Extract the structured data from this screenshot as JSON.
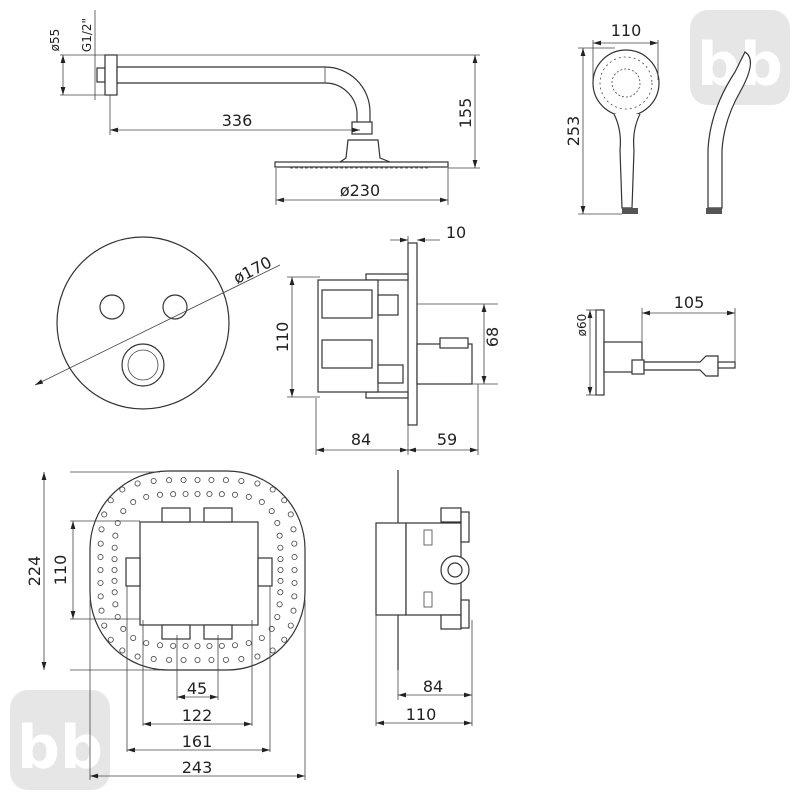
{
  "drawing": {
    "shower_arm": {
      "flange_diameter": "ø55",
      "thread": "G1/2\"",
      "length": "336",
      "drop": "155",
      "head_diameter": "ø230"
    },
    "hand_shower": {
      "head_width": "110",
      "length": "253"
    },
    "trim_plate": {
      "diameter": "ø170"
    },
    "mixer_side": {
      "plate": "10",
      "height": "110",
      "offset": "68",
      "depth_body": "84",
      "depth_front": "59"
    },
    "wall_outlet": {
      "diameter": "ø60",
      "length": "105"
    },
    "box_front": {
      "height": "224",
      "inner_height": "110",
      "d45": "45",
      "d122": "122",
      "d161": "161",
      "d243": "243"
    },
    "box_side": {
      "depth_inner": "84",
      "depth_outer": "110"
    }
  },
  "watermark": {
    "icon": "bb-logo-icon",
    "text": "bb",
    "color": "#e6e6e6"
  }
}
